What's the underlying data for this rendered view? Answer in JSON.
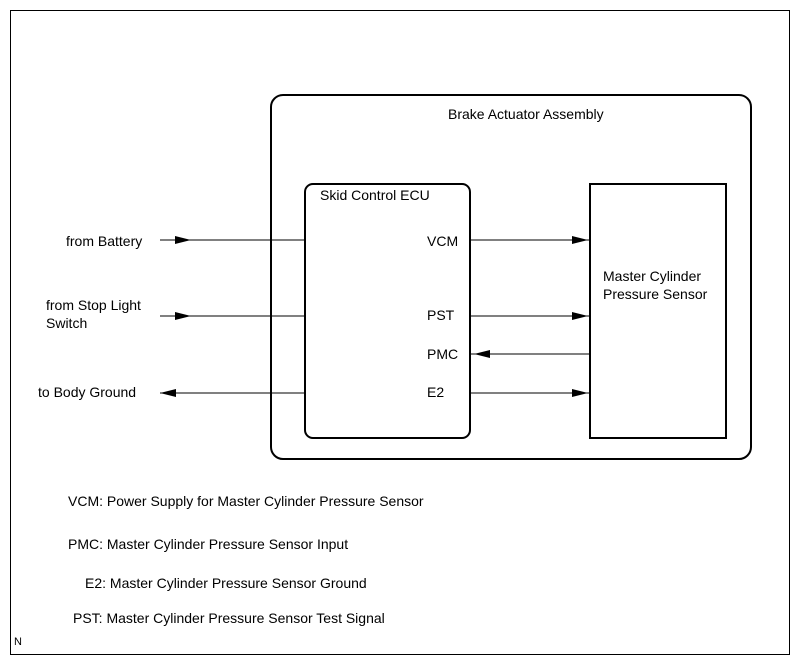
{
  "diagram": {
    "assembly_label": "Brake Actuator Assembly",
    "ecu_label": "Skid Control ECU",
    "sensor_label_1": "Master Cylinder",
    "sensor_label_2": "Pressure Sensor",
    "inputs": {
      "battery": "from Battery",
      "stop_light_1": "from Stop Light",
      "stop_light_2": "Switch",
      "ground": "to Body Ground"
    },
    "terminals": {
      "vcm": "VCM",
      "pst": "PST",
      "pmc": "PMC",
      "e2": "E2"
    }
  },
  "legend": [
    "VCM: Power Supply for Master Cylinder Pressure Sensor",
    "PMC: Master Cylinder Pressure Sensor Input",
    "E2: Master Cylinder Pressure Sensor Ground",
    "PST: Master Cylinder Pressure Sensor Test Signal"
  ],
  "corner_mark": "N"
}
